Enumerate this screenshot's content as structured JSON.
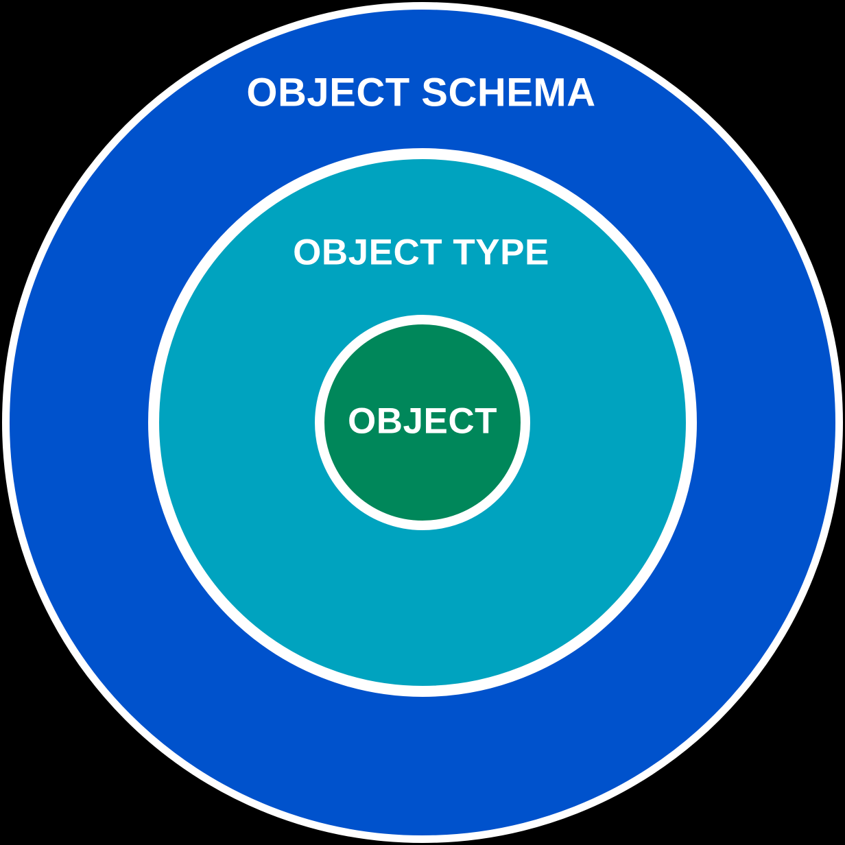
{
  "diagram": {
    "title": "Object hierarchy concentric diagram",
    "background_color": "#000000",
    "ring_border_color": "#ffffff",
    "text_color": "#ffffff",
    "rings": [
      {
        "id": "object-schema",
        "label": "OBJECT SCHEMA",
        "fill": "#0052CC",
        "level": "outer"
      },
      {
        "id": "object-type",
        "label": "OBJECT TYPE",
        "fill": "#00A3BF",
        "level": "middle"
      },
      {
        "id": "object",
        "label": "OBJECT",
        "fill": "#00875A",
        "level": "inner"
      }
    ]
  }
}
